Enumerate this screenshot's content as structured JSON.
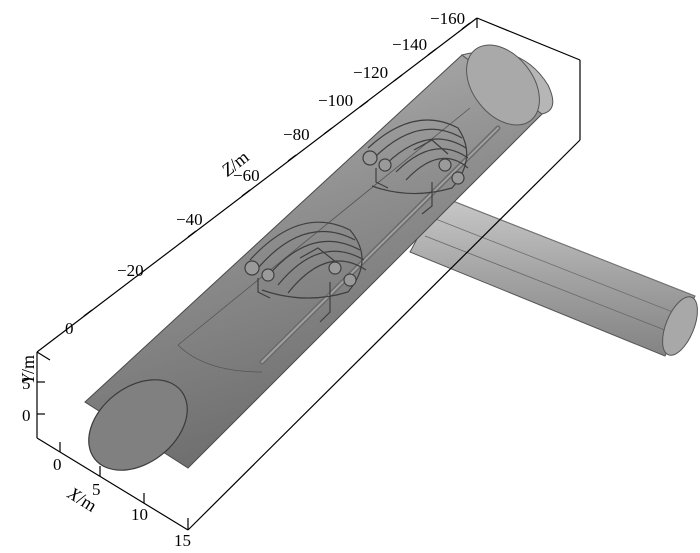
{
  "axes": {
    "z": {
      "title_var": "Z",
      "title_unit": "/m",
      "ticks": [
        "−160",
        "−140",
        "−120",
        "−100",
        "−80",
        "−60",
        "−40",
        "−20",
        "0"
      ]
    },
    "y": {
      "title_var": "Y",
      "title_unit": "/m",
      "ticks": [
        "5",
        "0"
      ]
    },
    "x": {
      "title_var": "X",
      "title_unit": "/m",
      "ticks": [
        "0",
        "5",
        "10",
        "15"
      ]
    }
  },
  "colors": {
    "tunnel_fill": "#8c8c8c",
    "tunnel_edge": "#4a4a4a",
    "branch_fill": "#9a9a9a",
    "frame": "#000000"
  }
}
